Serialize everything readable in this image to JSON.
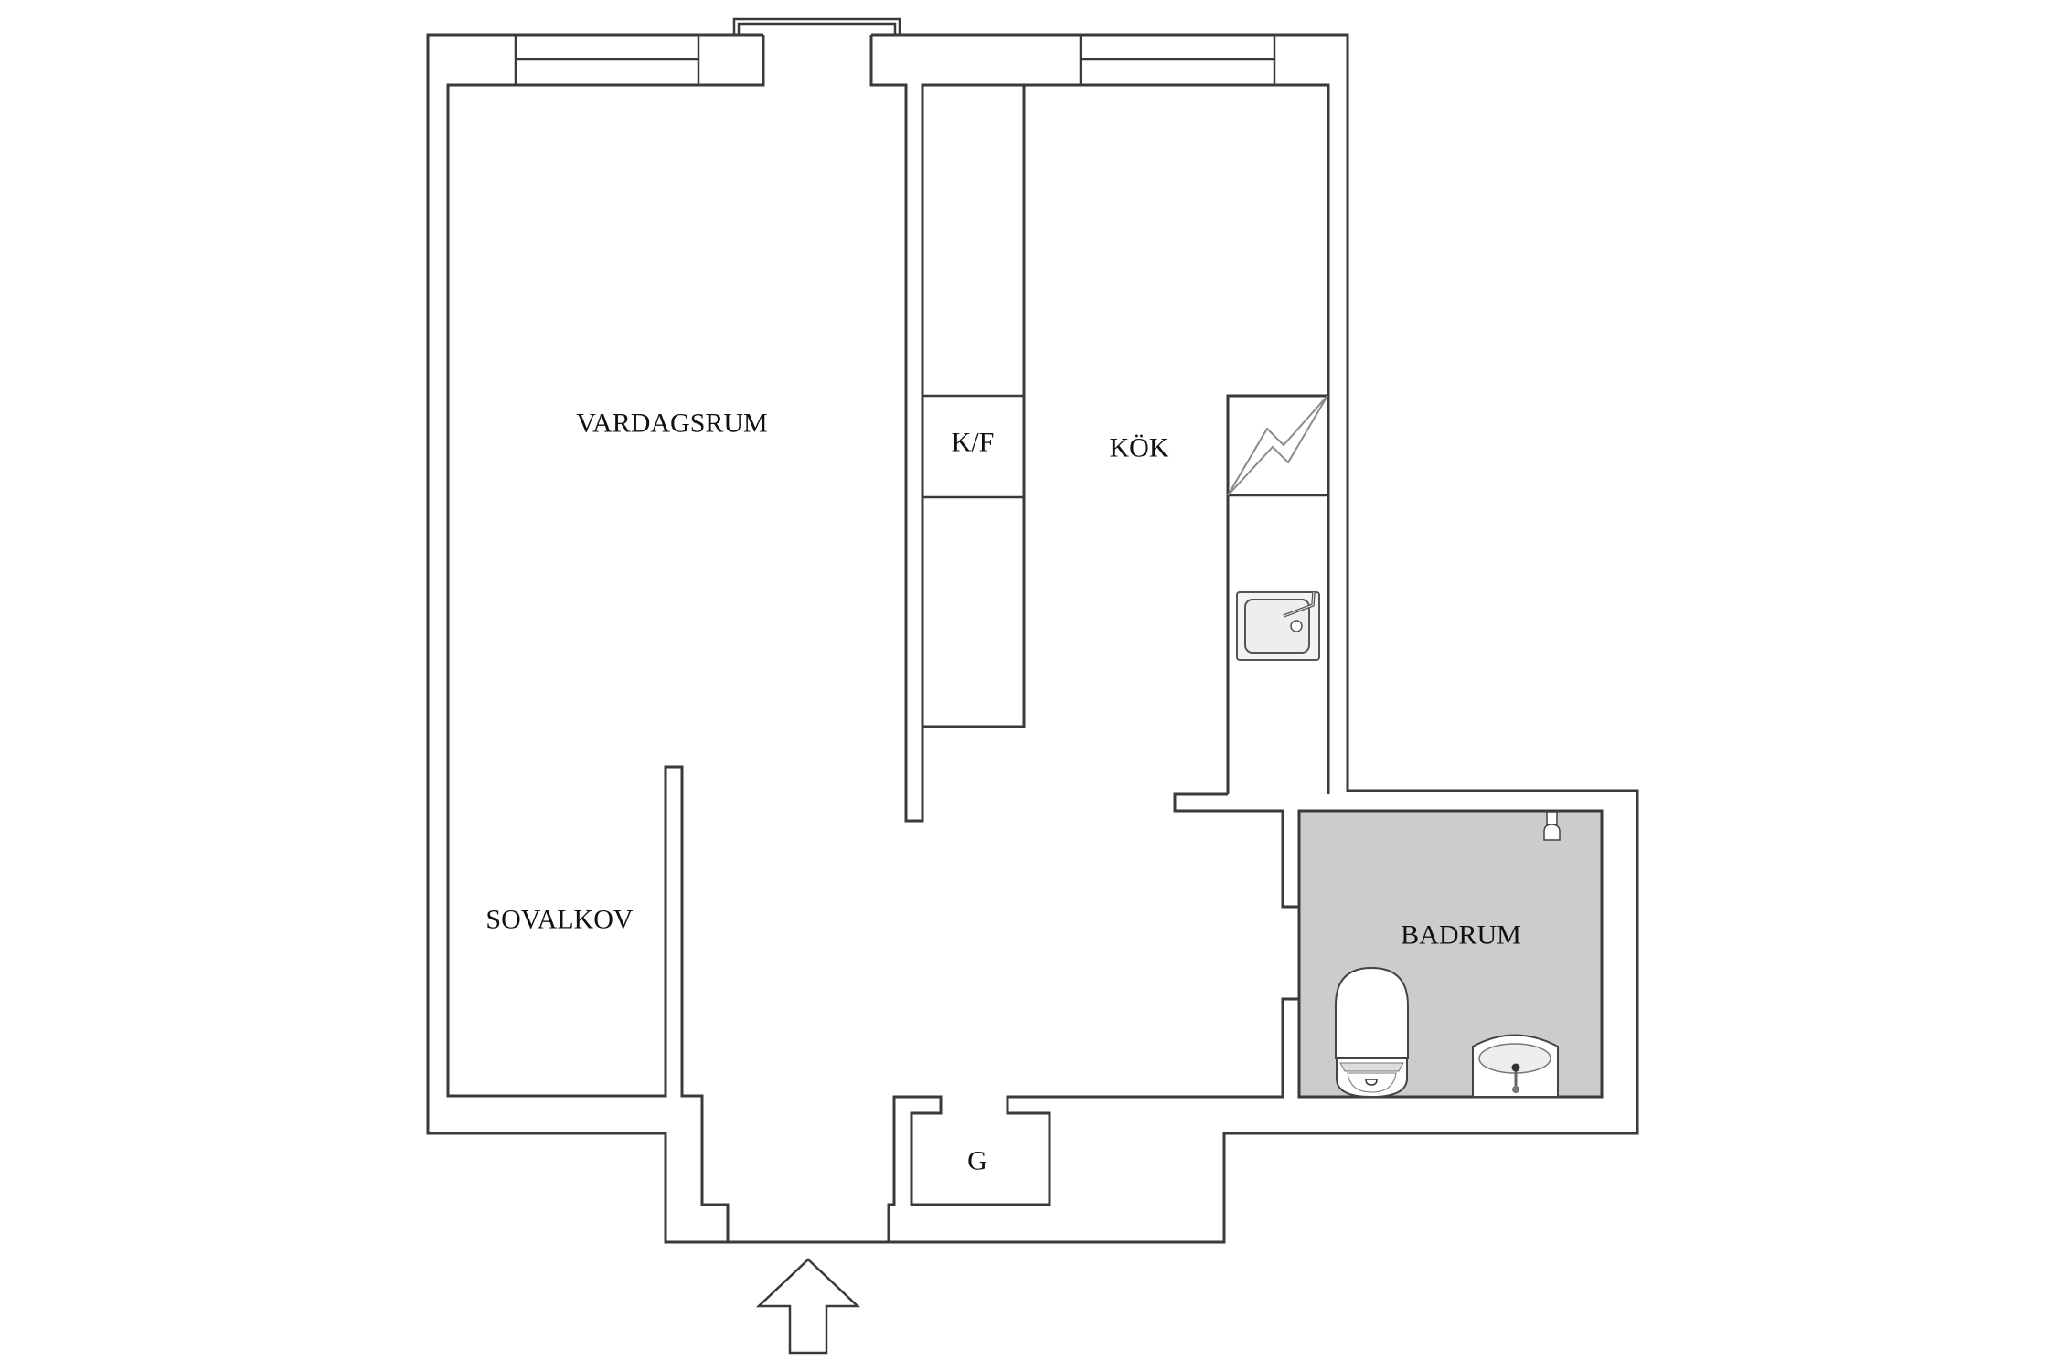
{
  "floorplan": {
    "rooms": {
      "living_room": "VARDAGSRUM",
      "fridge_freezer": "K/F",
      "kitchen": "KÖK",
      "sleeping_alcove": "SOVALKOV",
      "bathroom": "BADRUM",
      "closet": "G"
    },
    "colors": {
      "background": "#ffffff",
      "walls": "#3a3a3a",
      "bathroom_floor": "#cccccc"
    },
    "icons": {
      "entrance": "entrance-arrow-icon",
      "stove": "stove-icon",
      "kitchen_sink": "kitchen-sink-icon",
      "shower": "shower-icon",
      "toilet": "toilet-icon",
      "washbasin": "washbasin-icon"
    }
  }
}
